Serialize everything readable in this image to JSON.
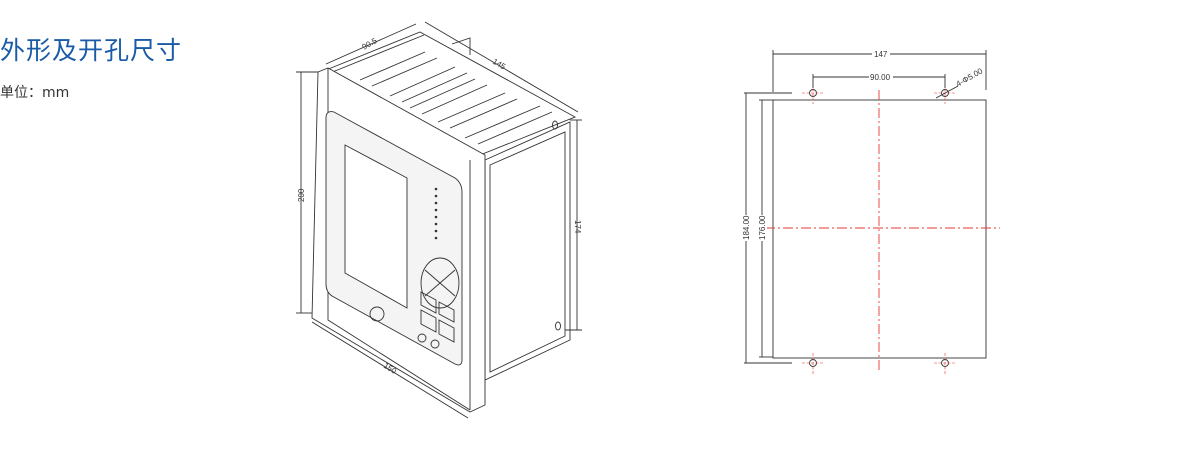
{
  "header": {
    "title": "外形及开孔尺寸",
    "unit": "单位：mm"
  },
  "device_view": {
    "dims": {
      "depth_top": "90.5",
      "length": "145",
      "height": "200",
      "side_height": "174",
      "width": "150"
    }
  },
  "cutout_view": {
    "dims": {
      "width": "147",
      "hole_spacing_h": "90.00",
      "holes": "4-Φ5.00",
      "height_outer": "184.00",
      "height_inner": "176.00"
    }
  },
  "colors": {
    "title": "#1a5aa6",
    "centerline": "#e53935",
    "line": "#333333"
  }
}
